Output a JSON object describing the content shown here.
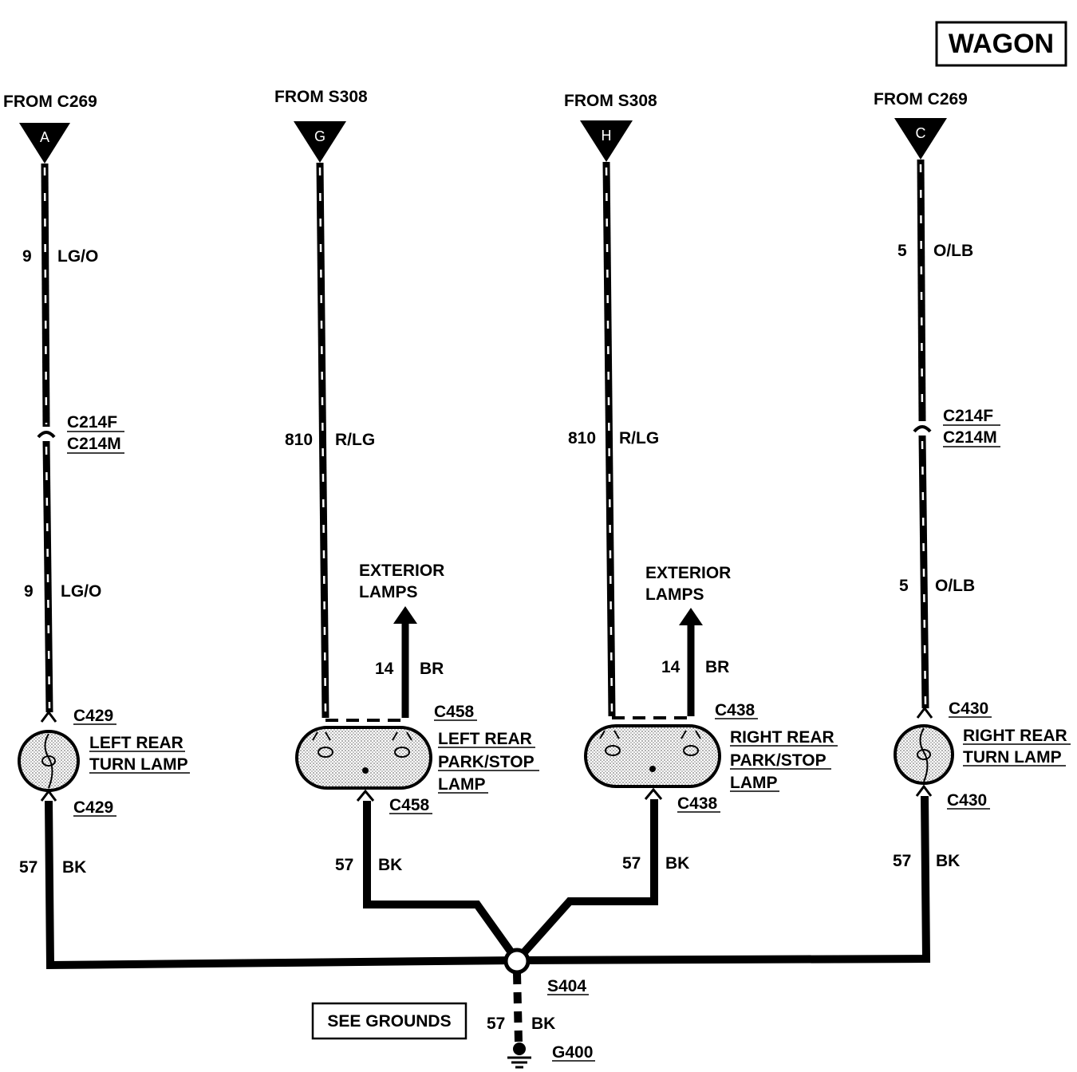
{
  "badge": "WAGON",
  "sources": [
    {
      "from": "FROM C269",
      "pin": "A"
    },
    {
      "from": "FROM S308",
      "pin": "G"
    },
    {
      "from": "FROM S308",
      "pin": "H"
    },
    {
      "from": "FROM C269",
      "pin": "C"
    }
  ],
  "wires": {
    "lgo": {
      "num": "9",
      "color": "LG/O"
    },
    "olb": {
      "num": "5",
      "color": "O/LB"
    },
    "rlg": {
      "num": "810",
      "color": "R/LG"
    },
    "br": {
      "num": "14",
      "color": "BR"
    },
    "bk": {
      "num": "57",
      "color": "BK"
    }
  },
  "inline_connector": {
    "female": "C214F",
    "male": "C214M"
  },
  "exterior_lamps": [
    "EXTERIOR",
    "LAMPS"
  ],
  "lamps": [
    {
      "connector": "C429",
      "lines": [
        "LEFT REAR",
        "TURN LAMP"
      ]
    },
    {
      "connector": "C458",
      "lines": [
        "LEFT REAR",
        "PARK/STOP",
        "LAMP"
      ]
    },
    {
      "connector": "C438",
      "lines": [
        "RIGHT REAR",
        "PARK/STOP",
        "LAMP"
      ]
    },
    {
      "connector": "C430",
      "lines": [
        "RIGHT REAR",
        "TURN LAMP"
      ]
    }
  ],
  "splice": "S404",
  "ground": "G400",
  "see_grounds": "SEE GROUNDS"
}
